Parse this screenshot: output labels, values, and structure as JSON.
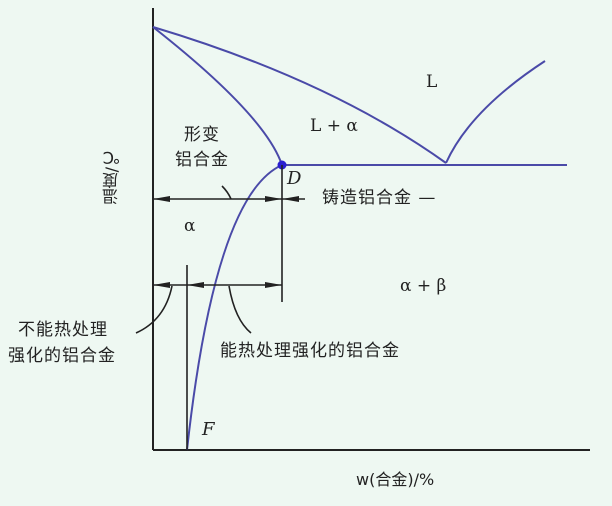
{
  "colors": {
    "background": "#eef8f2",
    "phase_line": "#4a4aa8",
    "axis_line": "#222222",
    "point_D": "#2a1fd0"
  },
  "axes": {
    "y_label": "温度/℃",
    "x_label": "w(合金)/%"
  },
  "regions": {
    "liquid": "L",
    "liquid_alpha": "L + α",
    "alpha": "α",
    "alpha_beta": "α + β"
  },
  "points": {
    "D": "D",
    "F": "F"
  },
  "annotations": {
    "wrought_line1": "形变",
    "wrought_line2": "铝合金",
    "cast": "铸造铝合金 —",
    "non_heat_treatable_line1": "不能热处理",
    "non_heat_treatable_line2": "强化的铝合金",
    "heat_treatable": "能热处理强化的铝合金"
  }
}
